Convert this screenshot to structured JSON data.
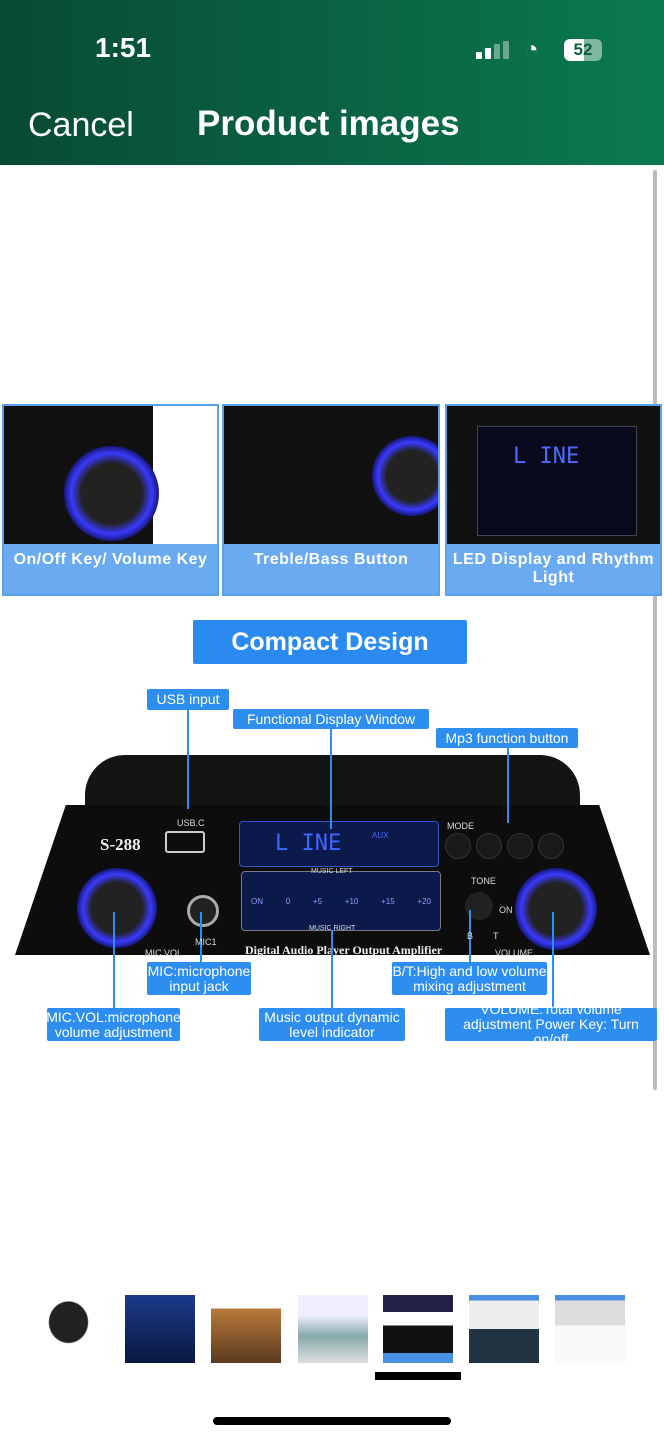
{
  "status_bar": {
    "time": "1:51",
    "battery": "52",
    "icons": [
      "signal-icon",
      "wifi-icon",
      "battery-icon"
    ]
  },
  "header": {
    "cancel": "Cancel",
    "title": "Product images",
    "color": "#0b6a46"
  },
  "image": {
    "panels": [
      {
        "caption": "On/Off Key/ Volume Key"
      },
      {
        "caption": "Treble/Bass Button"
      },
      {
        "caption": "LED Display and Rhythm Light"
      }
    ],
    "heading": "Compact Design",
    "device": {
      "model": "S-288",
      "usb": "USB.C",
      "display": "L INE",
      "aux": "AUX",
      "music_left": "MUSIC LEFT",
      "music_right": "MUSIC RIGHT",
      "levels": [
        "ON",
        "0",
        "+5",
        "+10",
        "+15",
        "+20"
      ],
      "mode": "MODE",
      "tone": "TONE",
      "b": "B",
      "t": "T",
      "on": "ON",
      "volume": "VOLUME",
      "mic_vol": "MIC.VOL",
      "mic1": "MIC1",
      "tagline": "Digital Audio Player Output Amplifier"
    },
    "callouts": {
      "usb": "USB input",
      "display": "Functional Display Window",
      "mp3": "Mp3 function button",
      "mic": "MIC:microphone input jack",
      "bt": "B/T:High and low volume mixing adjustment",
      "micvol": "MIC.VOL:microphone volume adjustment",
      "music": "Music output dynamic level indicator",
      "volume": "VOLUME:Total volume adjustment Power Key: Turn on/off"
    },
    "accent": "#2d8ef0"
  },
  "thumbnails": {
    "count": 7,
    "selected_index": 4
  }
}
